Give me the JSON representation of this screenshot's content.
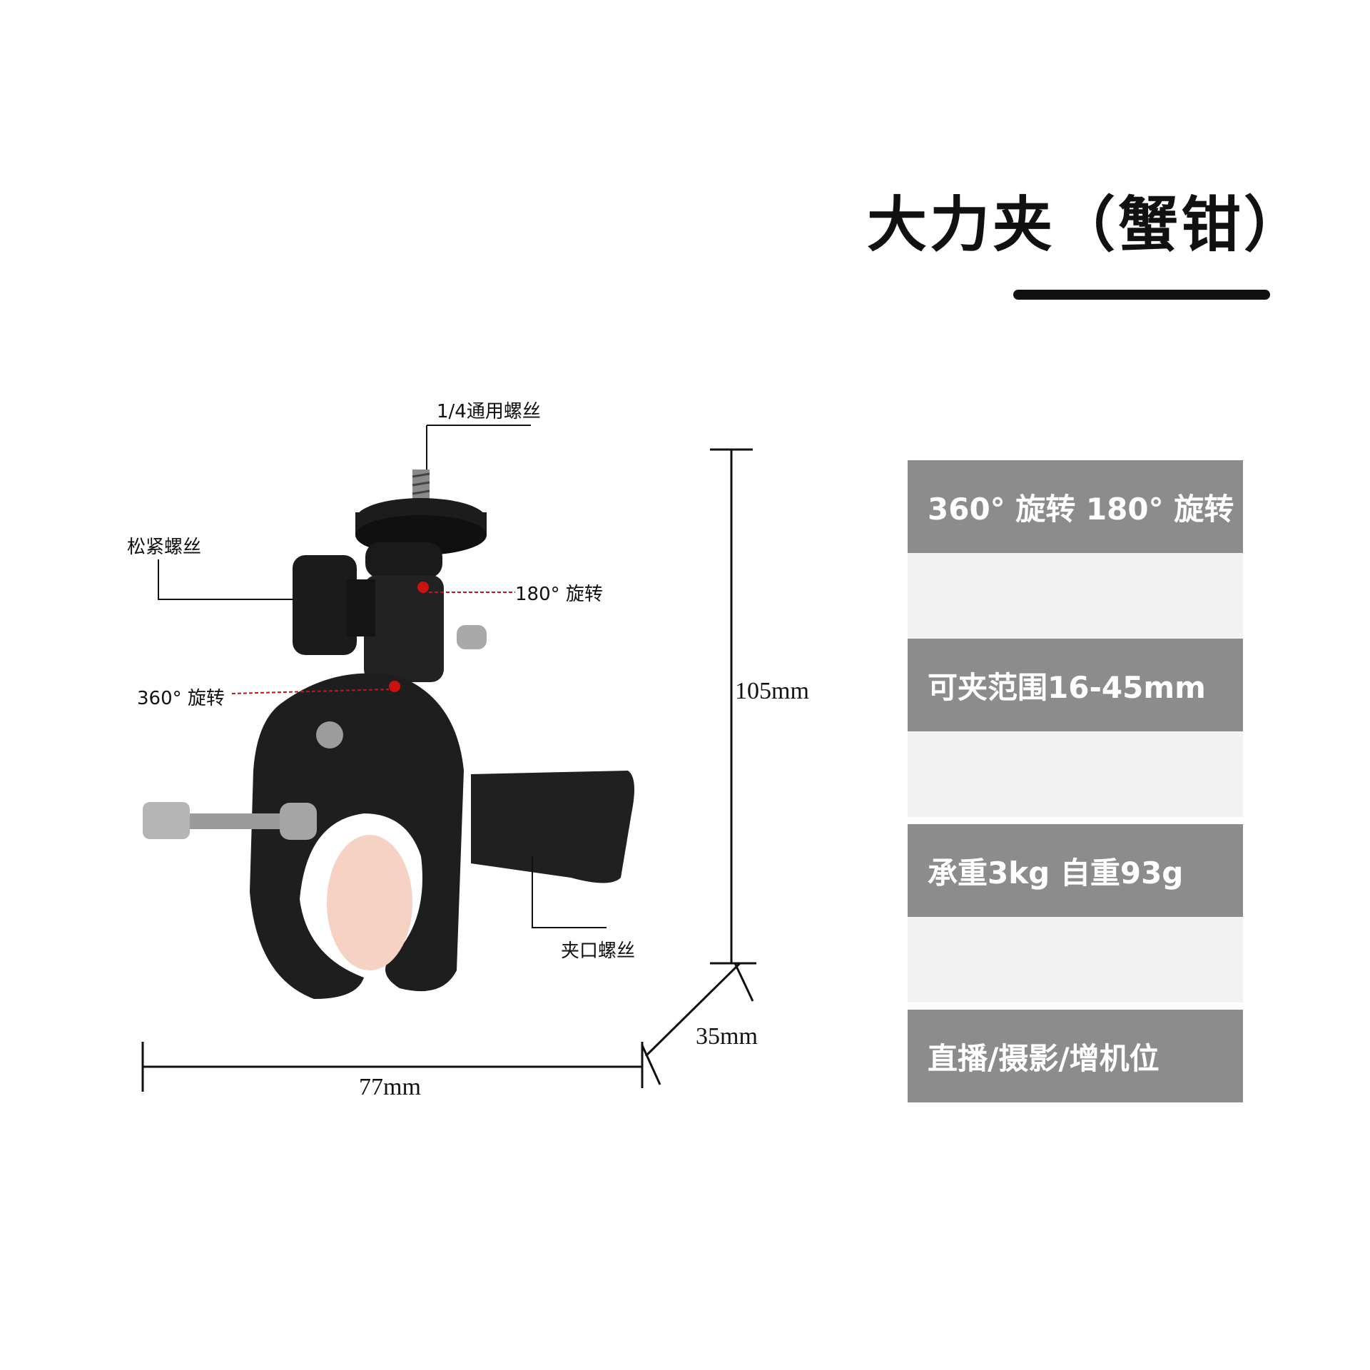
{
  "title": "大力夹（蟹钳）",
  "specs": [
    "360° 旋转 180° 旋转",
    "可夹范围16-45mm",
    "承重3kg   自重93g",
    "直播/摄影/增机位"
  ],
  "callouts": {
    "screw_quarter": "1/4通用螺丝",
    "tighten_screw": "松紧螺丝",
    "rotate_180": "180° 旋转",
    "rotate_360": "360° 旋转",
    "jaw_screw": "夹口螺丝"
  },
  "dimensions": {
    "height": "105mm",
    "depth": "35mm",
    "width": "77mm"
  },
  "colors": {
    "spec_box": "#8c8c8c",
    "spec_gap": "#f2f2f2",
    "rotation_marker": "#cc1111",
    "clamp_body": "#1e1e1e",
    "pad": "#f5d2c3"
  }
}
